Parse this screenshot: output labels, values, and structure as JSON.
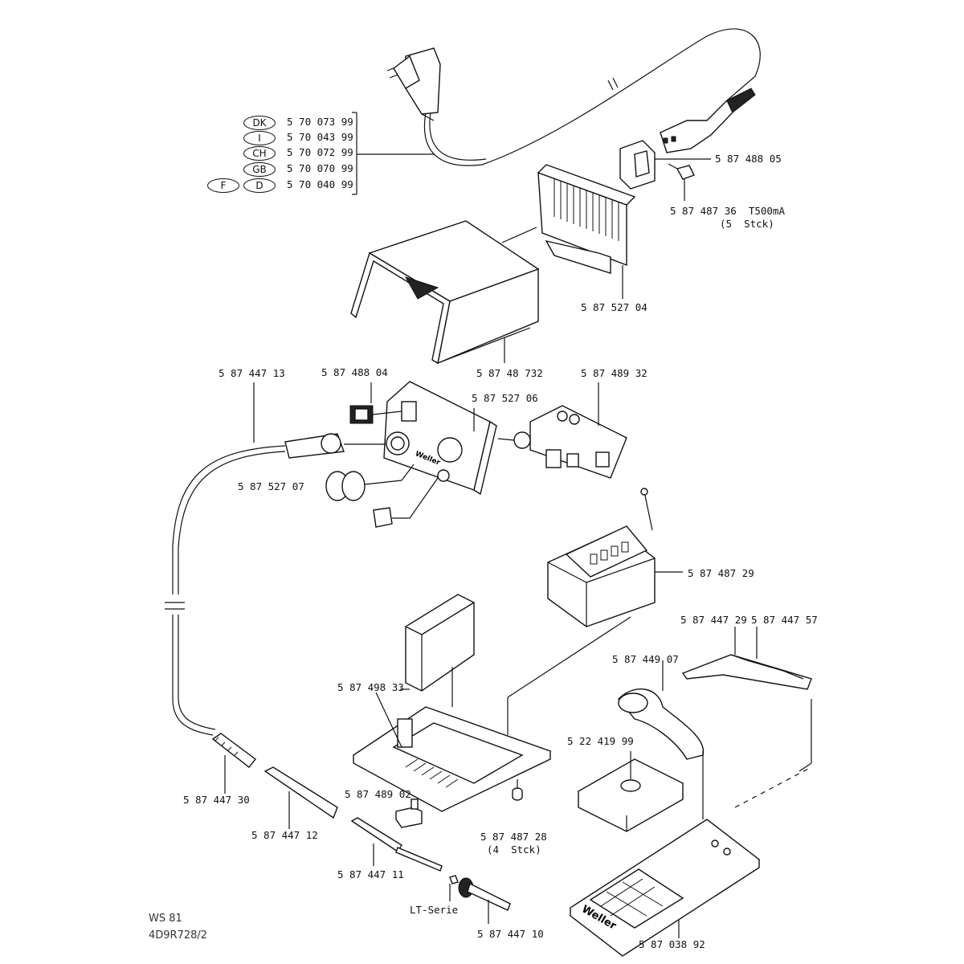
{
  "footer": {
    "model": "WS 81",
    "doc": "4D9R728/2"
  },
  "countries": [
    {
      "code": "DK",
      "part": "5 70 073 99"
    },
    {
      "code": "I",
      "part": "5 70 043 99"
    },
    {
      "code": "CH",
      "part": "5 70 072 99"
    },
    {
      "code": "GB",
      "part": "5 70 070 99"
    },
    {
      "code": "D",
      "part": "5 70 040 99",
      "extra": "F"
    }
  ],
  "parts": [
    {
      "id": "p1",
      "text": "5 87 488 05"
    },
    {
      "id": "p2",
      "text": "5 87 487 36  T500mA"
    },
    {
      "id": "p2b",
      "text": "(5  Stck)"
    },
    {
      "id": "p3",
      "text": "5 87 527 04"
    },
    {
      "id": "p4",
      "text": "5 87 48 732"
    },
    {
      "id": "p5",
      "text": "5 87 447 13"
    },
    {
      "id": "p6",
      "text": "5 87 488 04"
    },
    {
      "id": "p7",
      "text": "5 87 527 06"
    },
    {
      "id": "p8",
      "text": "5 87 489 32"
    },
    {
      "id": "p9",
      "text": "5 87 527 07"
    },
    {
      "id": "p10",
      "text": "5 87 487 29"
    },
    {
      "id": "p11",
      "text": "5 87 447 29"
    },
    {
      "id": "p12",
      "text": "5 87 447 57"
    },
    {
      "id": "p13",
      "text": "5 87 449 07"
    },
    {
      "id": "p14",
      "text": "5 87 498 33"
    },
    {
      "id": "p15",
      "text": "5 22 419 99"
    },
    {
      "id": "p16",
      "text": "5 87 447 30"
    },
    {
      "id": "p17",
      "text": "5 87 489 02"
    },
    {
      "id": "p18",
      "text": "5 87 487 28"
    },
    {
      "id": "p18b",
      "text": "(4  Stck)"
    },
    {
      "id": "p19",
      "text": "5 87 447 12"
    },
    {
      "id": "p20",
      "text": "5 87 447 11"
    },
    {
      "id": "p21",
      "text": "LT-Serie"
    },
    {
      "id": "p22",
      "text": "5 87 447 10"
    },
    {
      "id": "p23",
      "text": "5 87 038 92"
    }
  ],
  "brand": "Weller"
}
